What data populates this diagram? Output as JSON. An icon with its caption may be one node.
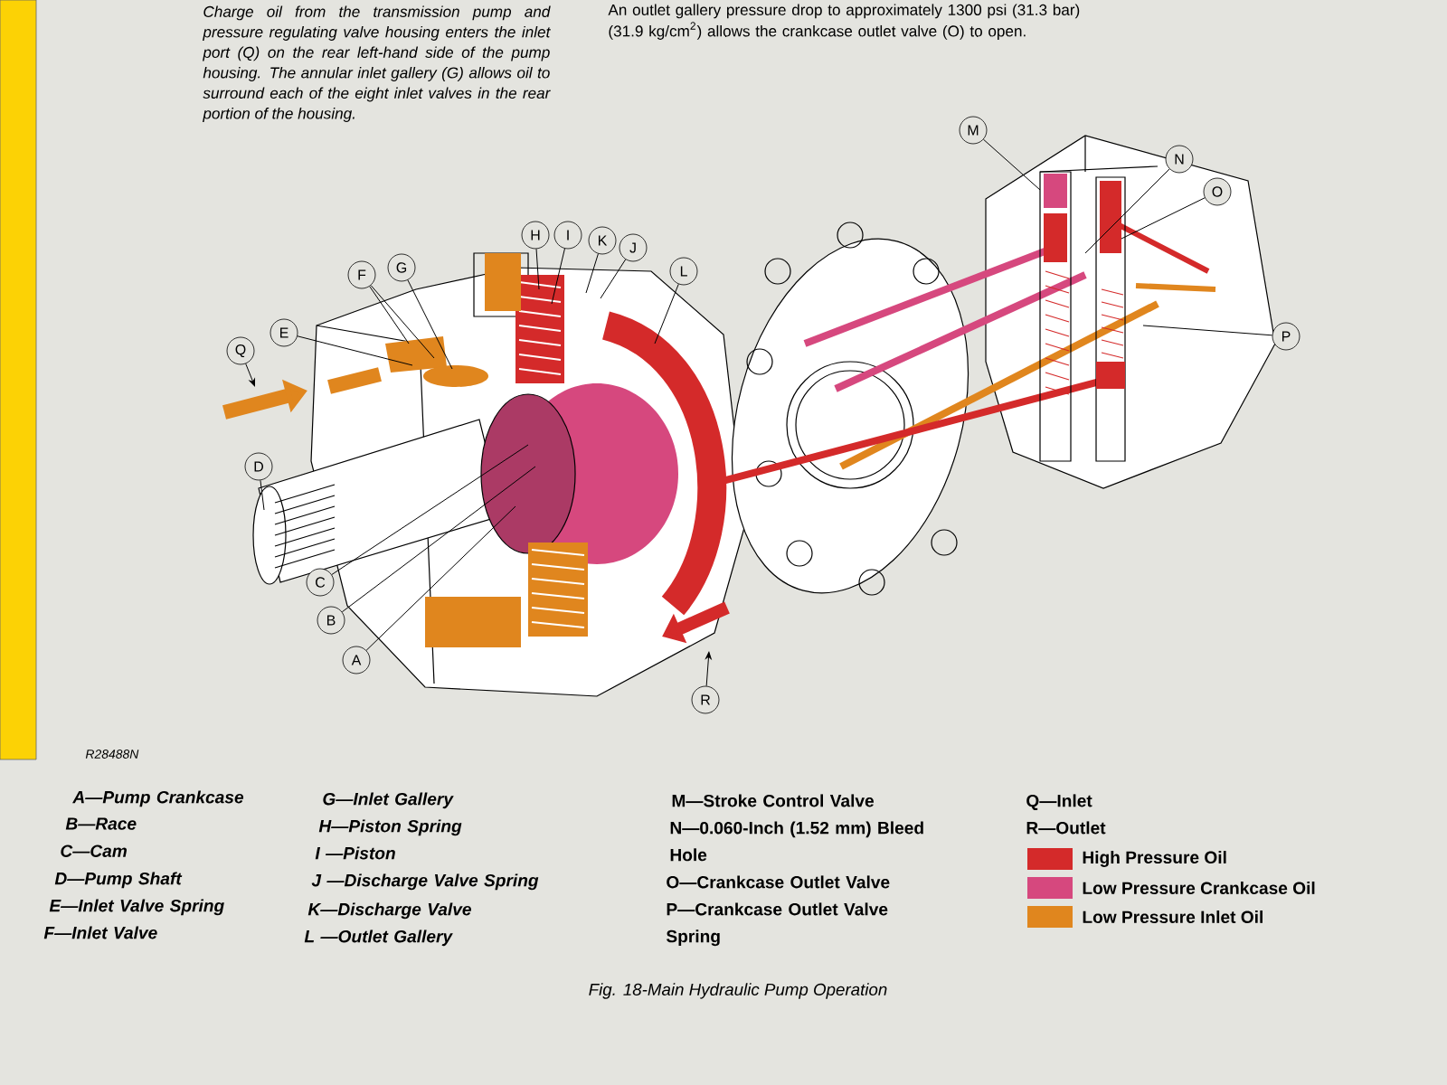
{
  "diagram": {
    "caption": "Fig. 18-Main Hydraulic Pump Operation",
    "nodes": [
      {
        "text": [
          "A"
        ]
      },
      {
        "text": [
          "B"
        ]
      },
      {
        "text": [
          "C"
        ]
      },
      {
        "text": [
          "D"
        ]
      },
      {
        "text": [
          "E"
        ]
      },
      {
        "text": [
          "F"
        ]
      },
      {
        "text": [
          "G"
        ]
      },
      {
        "text": [
          "H"
        ]
      },
      {
        "text": [
          "I"
        ]
      },
      {
        "text": [
          "J"
        ]
      },
      {
        "text": [
          "K"
        ]
      },
      {
        "text": [
          "L"
        ]
      },
      {
        "text": [
          "M"
        ]
      },
      {
        "text": [
          "N"
        ]
      },
      {
        "text": [
          "O"
        ]
      },
      {
        "text": [
          "P"
        ]
      },
      {
        "text": [
          "Q"
        ]
      },
      {
        "text": [
          "R"
        ]
      }
    ],
    "edges": [
      {
        "from": 0,
        "to": null,
        "arrow": "none"
      },
      {
        "from": 1,
        "to": null,
        "arrow": "none"
      },
      {
        "from": 2,
        "to": null,
        "arrow": "none"
      },
      {
        "from": 3,
        "to": null,
        "arrow": "none"
      },
      {
        "from": 4,
        "to": null,
        "arrow": "none"
      },
      {
        "from": 5,
        "to": null,
        "arrow": "none"
      },
      {
        "from": 5,
        "to": null,
        "arrow": "none"
      },
      {
        "from": 6,
        "to": null,
        "arrow": "none"
      },
      {
        "from": 7,
        "to": null,
        "arrow": "none"
      },
      {
        "from": 8,
        "to": null,
        "arrow": "none"
      },
      {
        "from": 9,
        "to": null,
        "arrow": "none"
      },
      {
        "from": 10,
        "to": null,
        "arrow": "none"
      },
      {
        "from": 11,
        "to": null,
        "arrow": "none"
      },
      {
        "from": 12,
        "to": null,
        "arrow": "none"
      },
      {
        "from": 13,
        "to": null,
        "arrow": "none"
      },
      {
        "from": 14,
        "to": null,
        "arrow": "none"
      },
      {
        "from": 15,
        "to": null,
        "arrow": "none"
      },
      {
        "from": 16,
        "to": null,
        "arrow": "to"
      },
      {
        "from": 17,
        "to": null,
        "arrow": "to"
      }
    ],
    "labels": [
      "Charge oil from the transmission pump and pressure regulating valve housing enters the inlet port (Q) on the rear left-hand side of the pump housing. The annular inlet gallery (G) allows oil to surround each of the eight inlet valves in the rear portion of the housing.",
      "An outlet gallery pressure drop to approximately 1300 psi (31.3 bar) (31.9 kg/cm$^{2}$) allows the crankcase outlet valve (O) to open.",
      "R28488N",
      "A—Pump Crankcase",
      "B—Race",
      "C—Cam",
      "D—Pump Shaft",
      "E—Inlet Valve Spring",
      "F—Inlet Valve",
      "G—Inlet Gallery",
      "H—Piston Spring",
      "I —Piston",
      "J —Discharge Valve Spring",
      "K—Discharge Valve",
      "L —Outlet Gallery",
      "M—Stroke Control Valve",
      "N—0.060-Inch (1.52 mm) Bleed Hole",
      "O—Crankcase Outlet Valve",
      "P—Crankcase Outlet Valve Spring",
      "Q—Inlet",
      "R—Outlet"
    ],
    "legend": [
      {
        "text": "High Pressure Oil",
        "color": "#d42a2a"
      },
      {
        "text": "Low Pressure Crankcase Oil",
        "color": "#d6487e"
      },
      {
        "text": "Low Pressure Inlet Oil",
        "color": "#e0861e"
      }
    ]
  }
}
